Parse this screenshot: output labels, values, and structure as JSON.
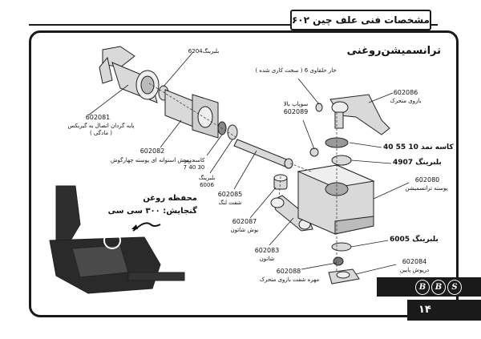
{
  "header": {
    "title": "مشخصات فنی علف چین ۶۰۲"
  },
  "section": {
    "title": "ترانسمیشن‌روغنی"
  },
  "parts": {
    "p602081": {
      "number": "602081",
      "desc1": "پایه گردان اتصال به گیربکس",
      "desc2": "( مادگی )"
    },
    "p602082": {
      "number": "602082",
      "desc": "درپوش استوانه ای پوسته چهارگوش"
    },
    "bearing6204": {
      "label": "بلبرینگ6204"
    },
    "seal30407": {
      "name": "کاسه نمد",
      "size": "30 40 7"
    },
    "bearing6006": {
      "name": "بلبرینگ",
      "size": "6006"
    },
    "p602085": {
      "number": "602085",
      "desc": "شفت لنگ"
    },
    "p602087": {
      "number": "602087",
      "desc": "بوش شاتون"
    },
    "p602083": {
      "number": "602083",
      "desc": "شاتون"
    },
    "p602088": {
      "number": "602088",
      "desc": "مهره شفت بازوی متحرک"
    },
    "grease": {
      "label": "خار حلقاوی 6 ( سخت کاری شده )"
    },
    "p602089": {
      "number": "602089",
      "desc": "سوپاپ بالا"
    },
    "p602086": {
      "number": "602086",
      "desc": "بازوی متحرک"
    },
    "seal405510": {
      "label": "کاسه نمد 10 55 40"
    },
    "bearing4907": {
      "label": "بلبرینگ 4907"
    },
    "p602080": {
      "number": "602080",
      "desc": "پوسته ترانسمیشن"
    },
    "bearing6005": {
      "label": "بلبرینگ 6005"
    },
    "p602084": {
      "number": "602084",
      "desc": "درپوش پایین"
    }
  },
  "oil_note": {
    "line1": "محفظه روغن",
    "line2": "گنجایش: ۳۰۰ سی سی"
  },
  "brand": {
    "letters": [
      "B",
      "B",
      "S"
    ]
  },
  "page": {
    "number": "۱۴"
  }
}
